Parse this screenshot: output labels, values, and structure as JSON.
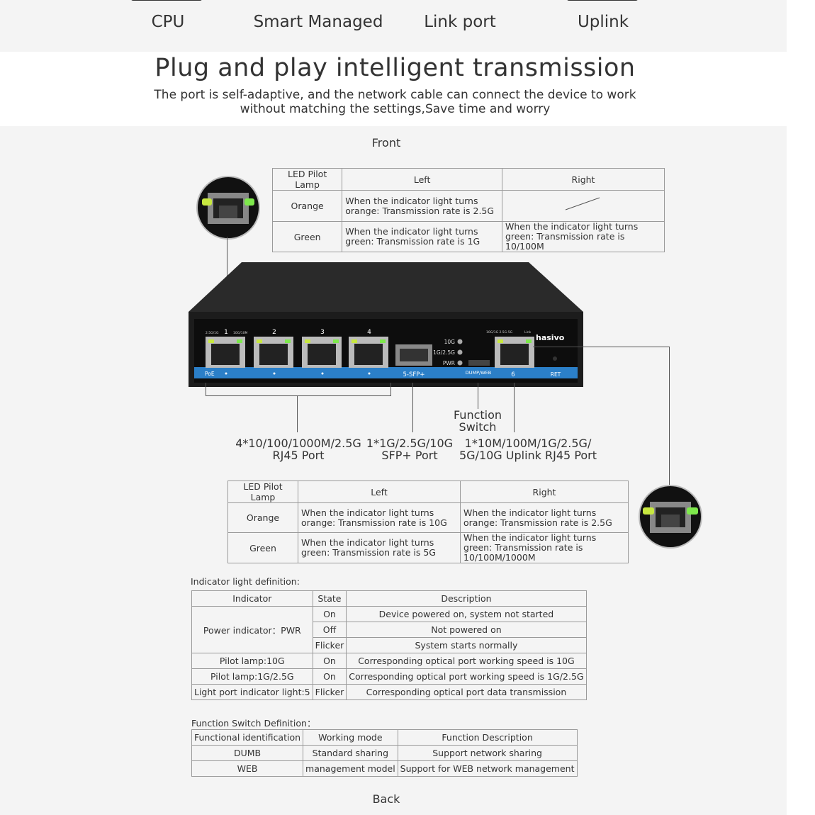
{
  "features": [
    "CPU",
    "Smart Managed",
    "Link port",
    "Uplink"
  ],
  "headline": "Plug and play intelligent transmission",
  "subline": "The port is self-adaptive, and the network cable can connect the device to work without matching the settings,Save time and worry",
  "front_label": "Front",
  "back_label": "Back",
  "top_led_table": {
    "headers": [
      "LED Pilot Lamp",
      "Left",
      "Right"
    ],
    "orange_label": "Orange",
    "orange_left": "When the indicator light turns orange: Transmission rate is 2.5G",
    "green_label": "Green",
    "green_left": "When the indicator light turns green: Transmission rate is 1G",
    "green_right": "When the indicator light turns green: Transmission rate is 10/100M"
  },
  "bottom_led_table": {
    "headers": [
      "LED Pilot Lamp",
      "Left",
      "Right"
    ],
    "orange_label": "Orange",
    "orange_left": "When the indicator light turns orange: Transmission rate is 10G",
    "orange_right": "When the indicator light turns orange: Transmission rate is 2.5G",
    "green_label": "Green",
    "green_left": "When the indicator light turns green: Transmission rate is 5G",
    "green_right": "When the indicator light turns green: Transmission rate is 10/100M/1000M"
  },
  "device": {
    "brand": "hasivo",
    "port_numbers": [
      "1",
      "2",
      "3",
      "4"
    ],
    "uplink_number": "6",
    "sfp_label": "5-SFP+",
    "led_10g": "10G",
    "led_1g": "1G/2.5G",
    "led_pwr": "PWR",
    "poe": "PoE",
    "dump_web": "DUMP/WEB",
    "ret": "RET",
    "port_left_small": "2.5G/1G",
    "port_right_small": "10G/10M",
    "uplink_small_left": "10G/1G 2.5G-5G",
    "uplink_small_right": "Link"
  },
  "callouts": {
    "function_switch": "Function\nSwitch",
    "rj45": "4*10/100/1000M/2.5G\nRJ45 Port",
    "sfp": "1*1G/2.5G/10G\nSFP+ Port",
    "uplink": "1*10M/100M/1G/2.5G/\n5G/10G  Uplink RJ45 Port"
  },
  "indicator_title": "Indicator light definition:",
  "indicator_table": {
    "headers": [
      "Indicator",
      "State",
      "Description"
    ],
    "power_label": "Power indicator：PWR",
    "rows": [
      {
        "state": "On",
        "desc": "Device powered on, system not started"
      },
      {
        "state": "Off",
        "desc": "Not powered on"
      },
      {
        "state": "Flicker",
        "desc": "System starts normally"
      }
    ],
    "other_rows": [
      {
        "ind": "Pilot lamp:10G",
        "state": "On",
        "desc": "Corresponding optical port working speed is 10G"
      },
      {
        "ind": "Pilot lamp:1G/2.5G",
        "state": "On",
        "desc": "Corresponding optical port working speed is 1G/2.5G"
      },
      {
        "ind": "Light port indicator light:5",
        "state": "Flicker",
        "desc": "Corresponding optical port data transmission"
      }
    ]
  },
  "function_title": "Function Switch Definition：",
  "function_table": {
    "headers": [
      "Functional identification",
      "Working mode",
      "Function Description"
    ],
    "rows": [
      {
        "id": "DUMB",
        "mode": "Standard sharing",
        "desc": "Support network sharing"
      },
      {
        "id": "WEB",
        "mode": "management model",
        "desc": "Support for WEB network management"
      }
    ]
  }
}
